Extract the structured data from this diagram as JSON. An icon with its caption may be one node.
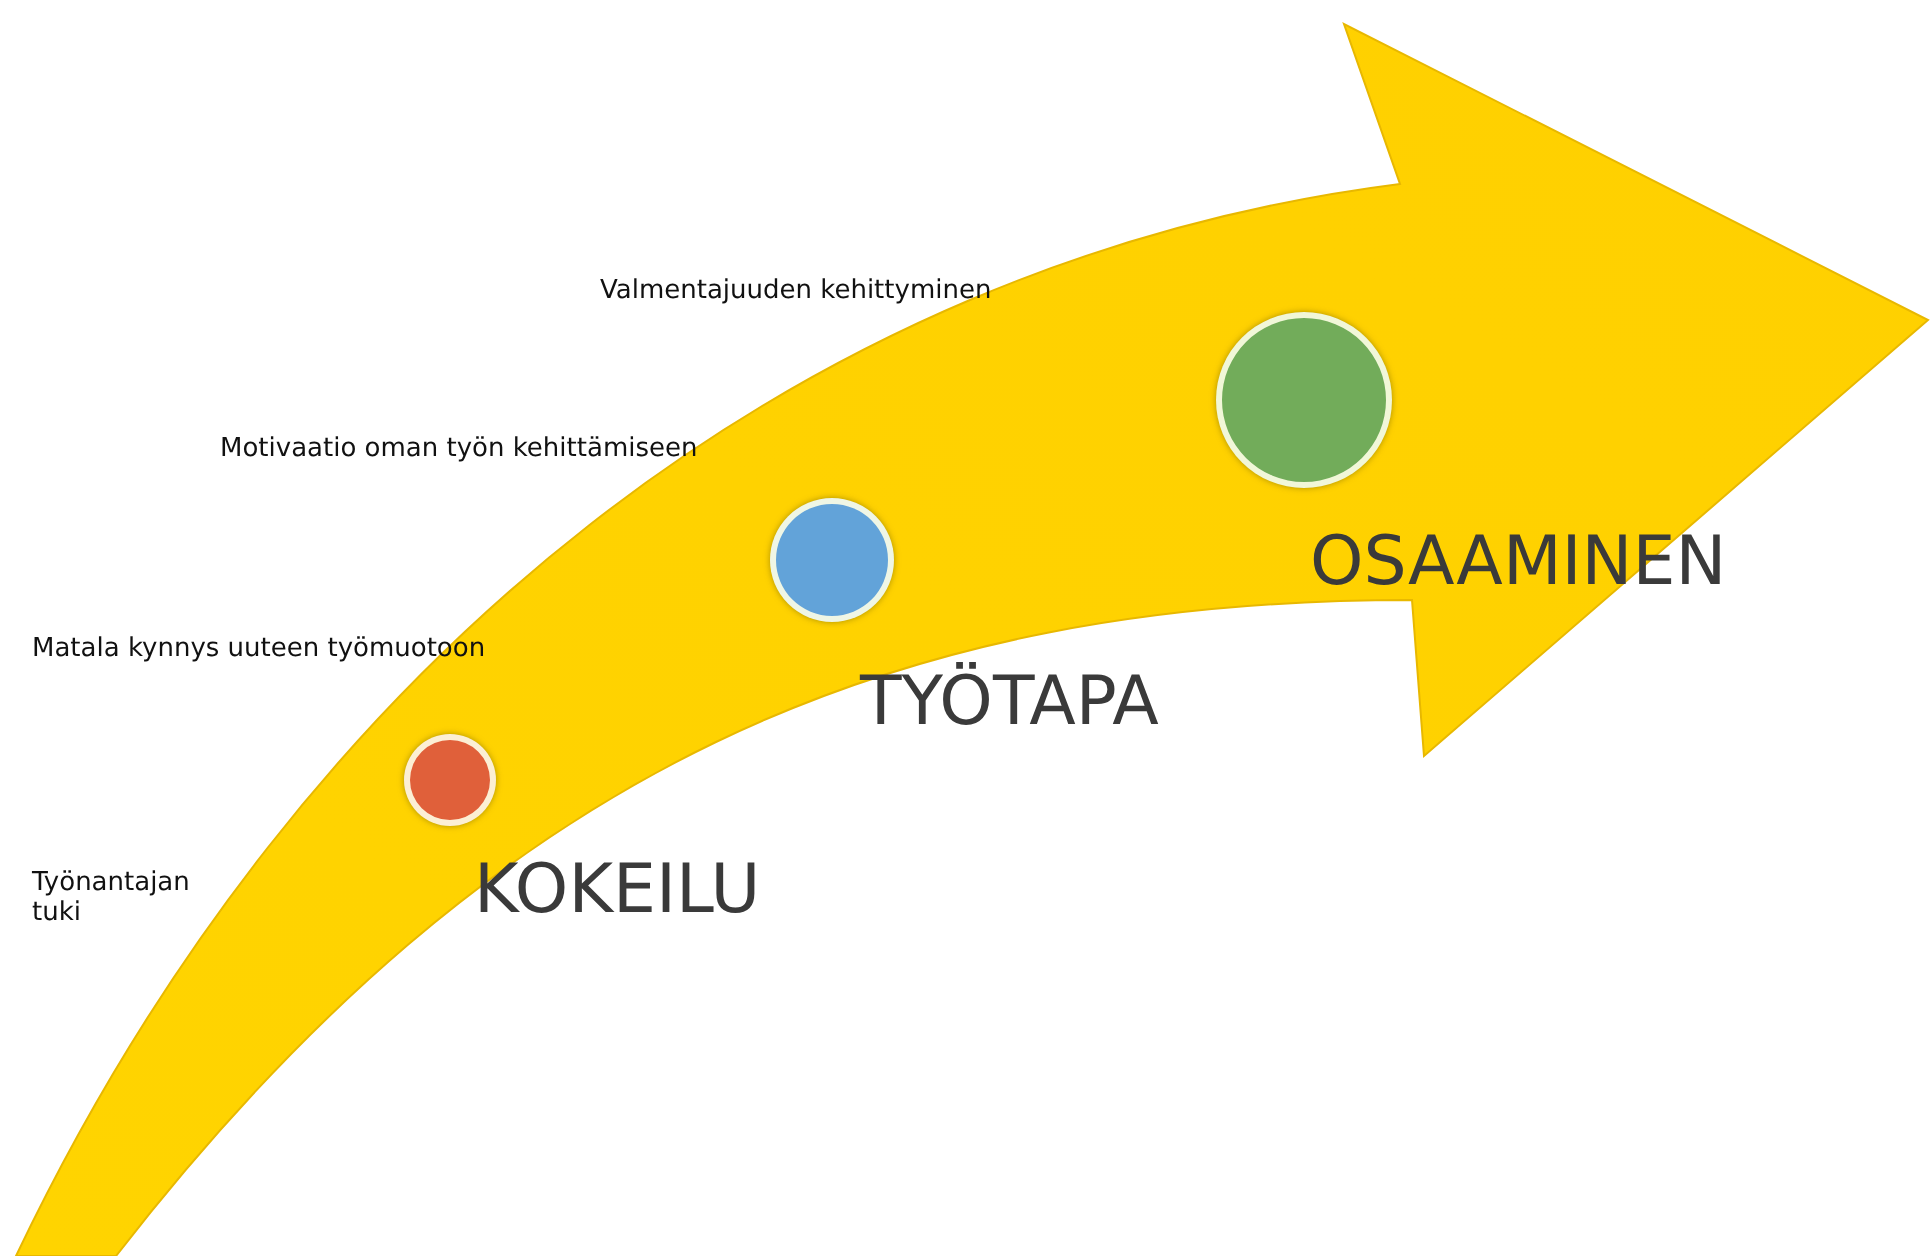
{
  "diagram": {
    "nodes": [
      {
        "text": [],
        "shape": "circle",
        "beside": [
          "KOKEILU"
        ]
      },
      {
        "text": [],
        "shape": "circle",
        "beside": [
          "TYÖTAPA"
        ]
      },
      {
        "text": [],
        "shape": "circle",
        "beside": [
          "OSAAMINEN"
        ]
      }
    ],
    "labels": [
      "Valmentajuuden kehittyminen",
      "Motivaatio oman työn kehittämiseen",
      "Matala kynnys uuteen työmuotoon",
      "Työnantajan tuki"
    ]
  }
}
